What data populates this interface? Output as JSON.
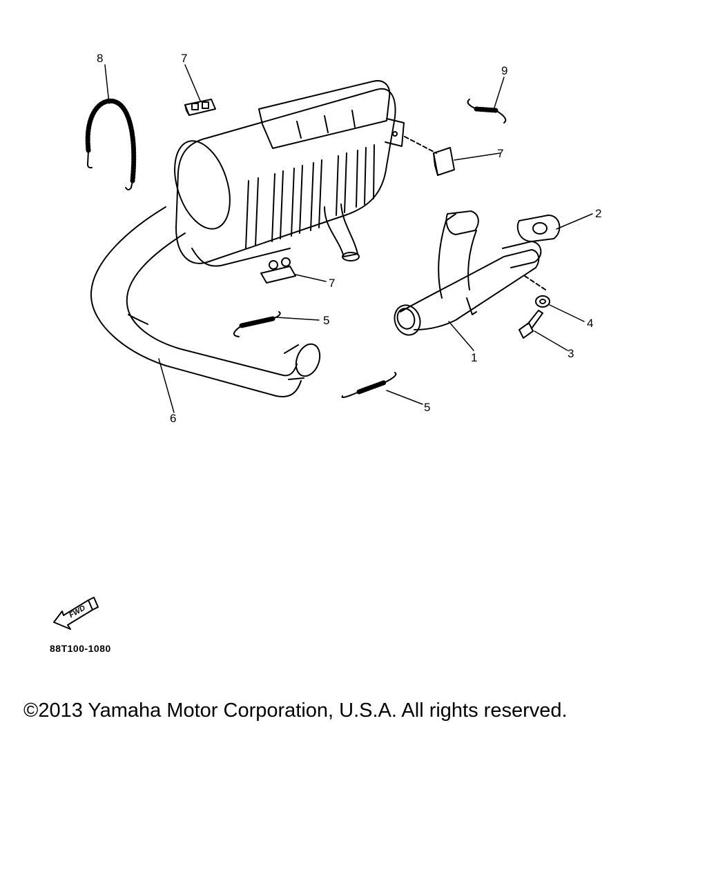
{
  "diagram": {
    "callouts": [
      "1",
      "2",
      "3",
      "4",
      "5",
      "5",
      "6",
      "7",
      "7",
      "7",
      "8",
      "9"
    ],
    "fwd_label": "FWD",
    "code": "88T100-1080"
  },
  "footer": {
    "copyright": "©2013 Yamaha Motor Corporation, U.S.A. All rights reserved."
  },
  "colors": {
    "line": "#000000",
    "background": "#ffffff"
  }
}
